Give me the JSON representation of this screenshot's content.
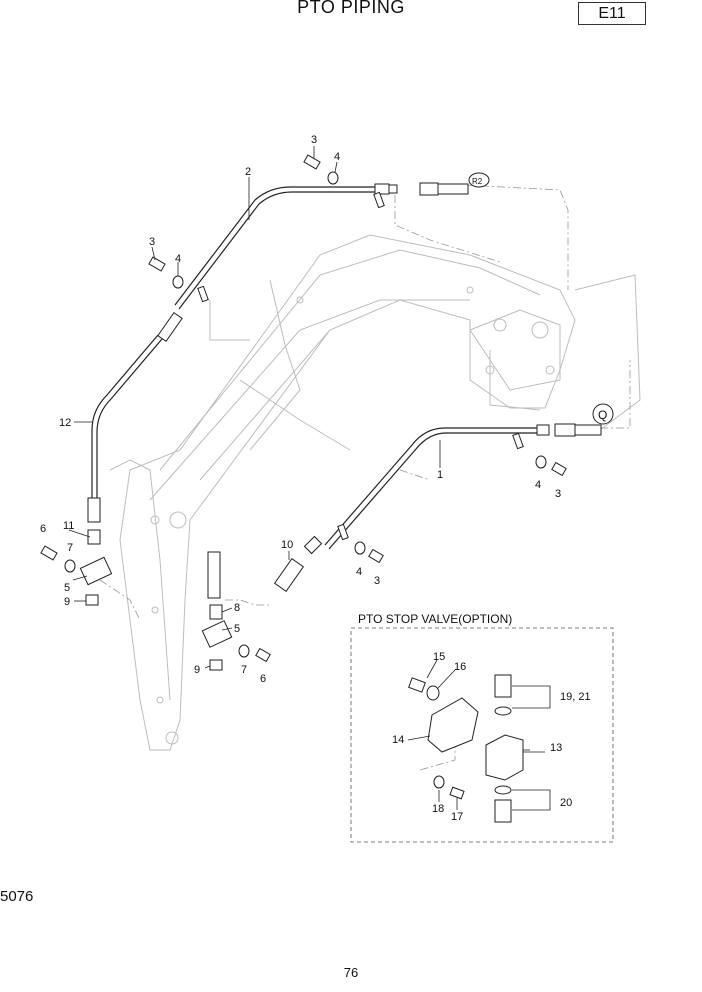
{
  "header": {
    "title": "PTO PIPING",
    "code": "E11"
  },
  "footer": {
    "doc_id": "5076",
    "page_number": "76"
  },
  "inset": {
    "title": "PTO STOP VALVE(OPTION)"
  },
  "callouts": {
    "c1": "1",
    "c2": "2",
    "c3a": "3",
    "c4a": "4",
    "c3b": "3",
    "c4b": "4",
    "c12": "12",
    "c11": "11",
    "c6a": "6",
    "c7a": "7",
    "c5a": "5",
    "c9a": "9",
    "c10": "10",
    "c8": "8",
    "c5b": "5",
    "c9b": "9",
    "c7b": "7",
    "c6b": "6",
    "c4c": "4",
    "c3c": "3",
    "c4d": "4",
    "c3d": "3",
    "r2": "R2",
    "q": "Q",
    "c15": "15",
    "c16": "16",
    "c1921": "19, 21",
    "c14": "14",
    "c13": "13",
    "c18": "18",
    "c17": "17",
    "c20": "20"
  }
}
